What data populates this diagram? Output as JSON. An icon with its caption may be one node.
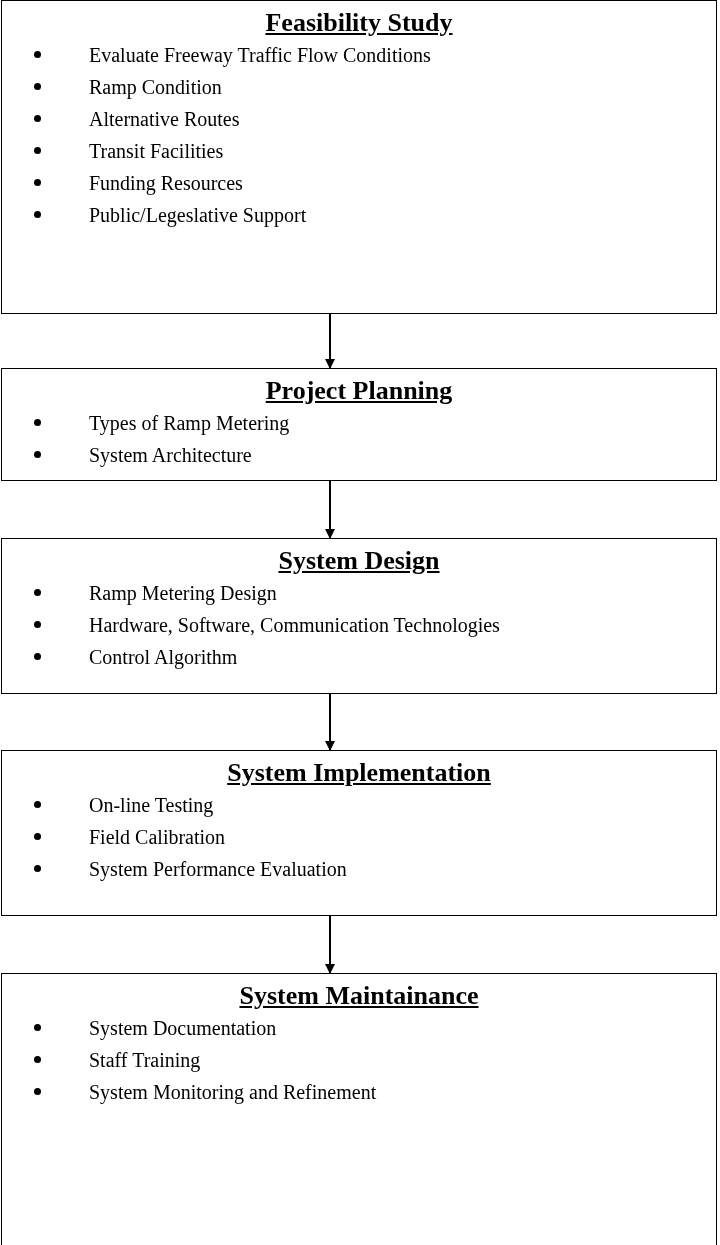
{
  "diagram": {
    "nodes": [
      {
        "text": [
          "Feasibility Study",
          "Evaluate Freeway Traffic Flow Conditions",
          "Ramp Condition",
          "Alternative Routes",
          "Transit Facilities",
          "Funding Resources",
          "Public/Legeslative Support"
        ]
      },
      {
        "text": [
          "Project Planning",
          "Types of Ramp Metering",
          "System Architecture"
        ]
      },
      {
        "text": [
          "System Design",
          "Ramp Metering Design",
          "Hardware, Software, Communication Technologies",
          "Control Algorithm"
        ]
      },
      {
        "text": [
          "System Implementation",
          "On-line Testing",
          "Field Calibration",
          "System Performance Evaluation"
        ]
      },
      {
        "text": [
          "System Maintainance",
          "System Documentation",
          "Staff Training",
          "System Monitoring and Refinement"
        ]
      }
    ],
    "edges": [
      {
        "from": 0,
        "to": 1,
        "arrow": "to"
      },
      {
        "from": 1,
        "to": 2,
        "arrow": "to"
      },
      {
        "from": 2,
        "to": 3,
        "arrow": "to"
      },
      {
        "from": 3,
        "to": 4,
        "arrow": "to"
      }
    ]
  }
}
